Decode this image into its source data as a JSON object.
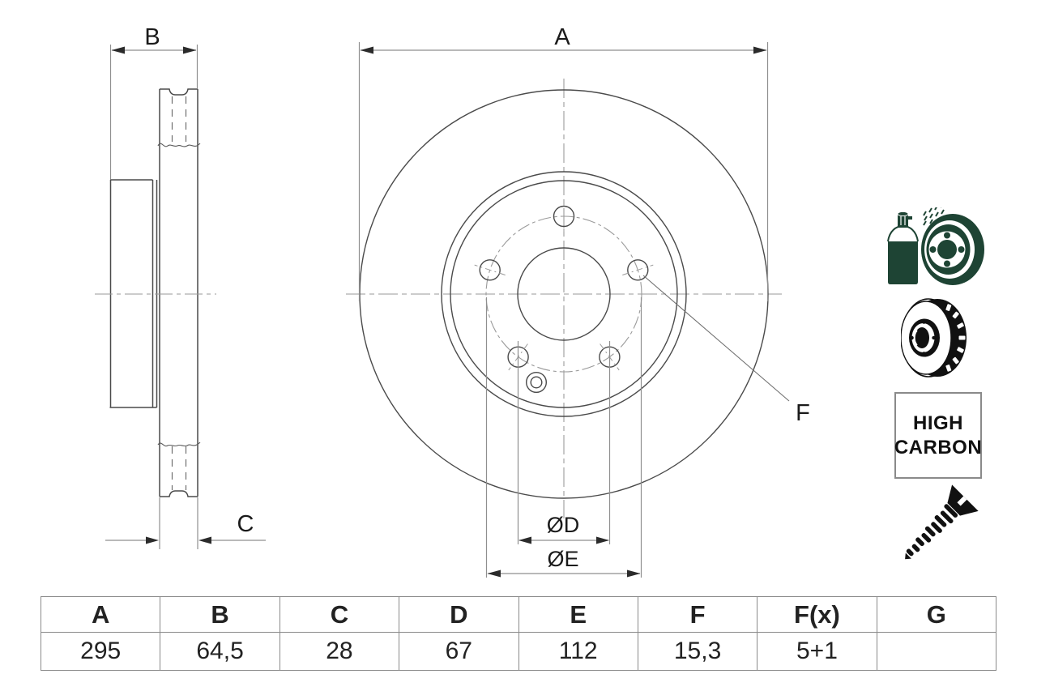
{
  "drawing": {
    "labels": {
      "A": "A",
      "B": "B",
      "C": "C",
      "F": "F",
      "OD": "ØD",
      "OE": "ØE"
    }
  },
  "badge": {
    "line1": "HIGH",
    "line2": "CARBON"
  },
  "table": {
    "headers": [
      "A",
      "B",
      "C",
      "D",
      "E",
      "F",
      "F(x)",
      "G"
    ],
    "values": [
      "295",
      "64,5",
      "28",
      "67",
      "112",
      "15,3",
      "5+1",
      ""
    ]
  },
  "icons": {
    "spray": "spray-coating-icon",
    "vented_disc": "vented-disc-icon",
    "screw": "mounting-screw-icon"
  },
  "colors": {
    "line": "#4a4a4a",
    "dim": "#8f8f8f",
    "accent_green": "#1e4434",
    "icon_black": "#111111",
    "table_border": "#8a8a8a"
  }
}
